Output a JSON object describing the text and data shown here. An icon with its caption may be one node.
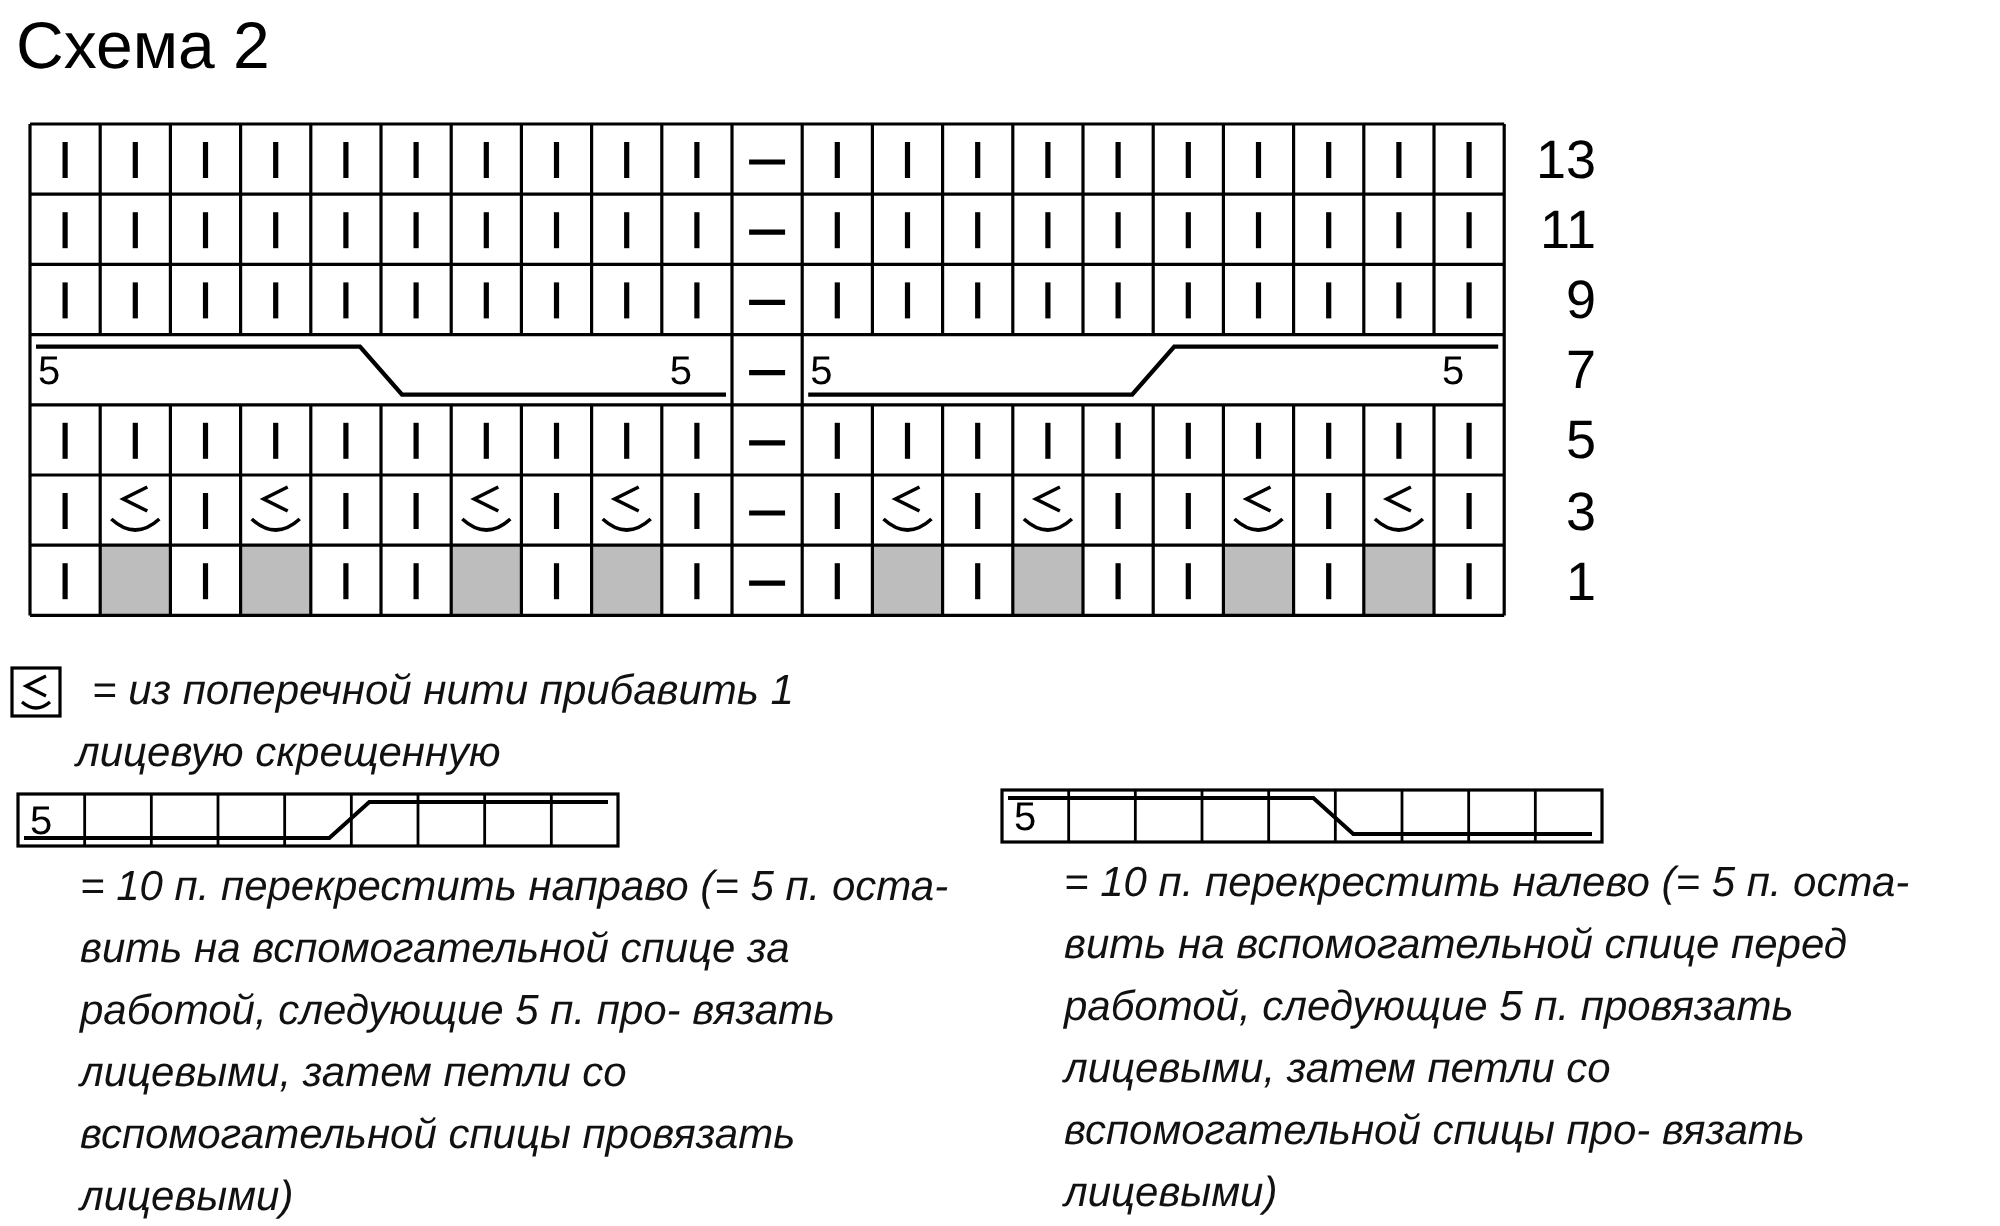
{
  "diagram": {
    "title": "Схема 2",
    "labels": [
      "13",
      "11",
      "9",
      "5",
      "5",
      "5",
      "5",
      "7",
      "5",
      "3",
      "1",
      "5",
      "5"
    ],
    "legend": [
      {
        "text": "= из поперечной нити прибавить 1 лицевую скрещенную"
      },
      {
        "text": "= 10 п. перекрестить направо (= 5 п. оста- вить на вспомогательной спице за работой, следующие 5 п. про- вязать лицевыми, затем петли со вспомогательной спицы провязать лицевыми)"
      },
      {
        "text": "= 10 п. перекрестить налево (= 5 п. оста- вить на вспомогательной спице перед работой, следующие 5 п. провязать лицевыми, затем петли со вспомогательной спицы про- вязать лицевыми)"
      }
    ]
  }
}
